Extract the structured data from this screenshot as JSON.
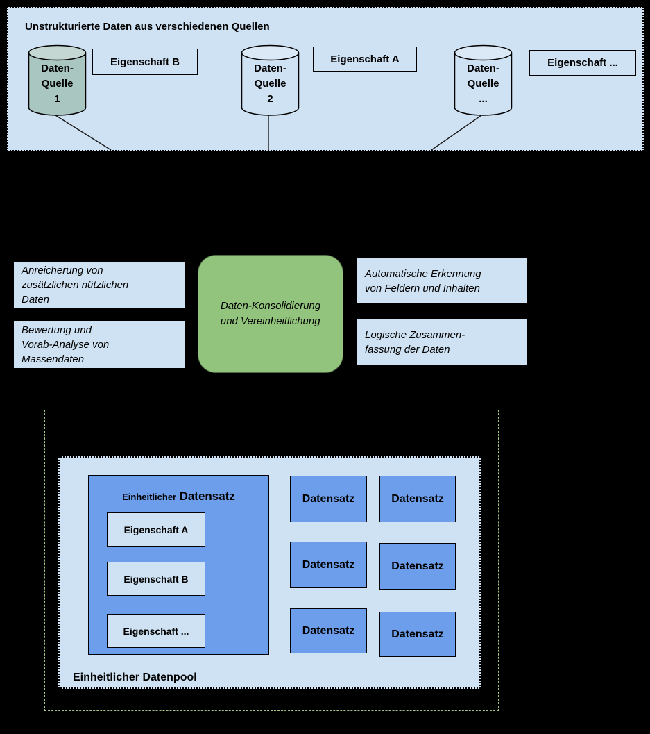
{
  "colors": {
    "page_bg": "#000000",
    "panel_blue": "#cfe2f3",
    "record_blue": "#6d9eeb",
    "process_green": "#93c47d",
    "cylinder_teal": "#a9c6c0",
    "cylinder_teal_top": "#c4d7d2",
    "cylinder_blue": "#cfe2f3",
    "cylinder_blue_top": "#dbe8f6",
    "dashed_frame_green": "#a5c487",
    "line_color": "#000000"
  },
  "top": {
    "title": "Unstrukturierte Daten aus verschiedenen Quellen",
    "sources": [
      {
        "label": "Daten-\nQuelle\n1"
      },
      {
        "label": "Daten-\nQuelle\n2"
      },
      {
        "label": "Daten-\nQuelle\n..."
      }
    ],
    "properties": [
      {
        "label": "Eigenschaft B"
      },
      {
        "label": "Eigenschaft A"
      },
      {
        "label": "Eigenschaft ..."
      }
    ]
  },
  "middle": {
    "left_notes": [
      {
        "text": "Anreicherung von\nzusätzlichen nützlichen\nDaten"
      },
      {
        "text": "Bewertung und\nVorab-Analyse von\nMassendaten"
      }
    ],
    "process": {
      "text": "Daten-Konsolidierung\nund Vereinheitlichung"
    },
    "right_notes": [
      {
        "text": "Automatische Erkennung\nvon Feldern und Inhalten"
      },
      {
        "text": "Logische Zusammen-\nfassung der Daten"
      }
    ]
  },
  "pool": {
    "label": "Einheitlicher Datenpool",
    "unified_record": {
      "title_prefix": "Einheitlicher",
      "title_main": "Datensatz",
      "fields": [
        {
          "label": "Eigenschaft A"
        },
        {
          "label": "Eigenschaft B"
        },
        {
          "label": "Eigenschaft ..."
        }
      ]
    },
    "records": [
      {
        "label": "Datensatz"
      },
      {
        "label": "Datensatz"
      },
      {
        "label": "Datensatz"
      },
      {
        "label": "Datensatz"
      },
      {
        "label": "Datensatz"
      },
      {
        "label": "Datensatz"
      }
    ]
  }
}
